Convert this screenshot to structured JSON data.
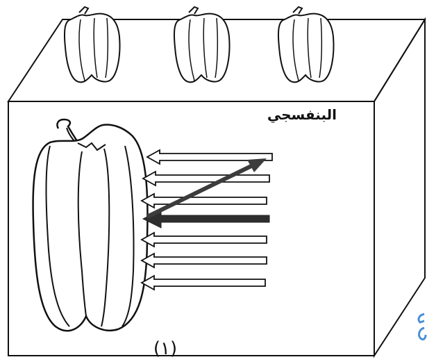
{
  "diagram": {
    "color_label": "البنفسجي",
    "figure_number": "(١)",
    "colors": {
      "outline": "#111111",
      "absorbed_arrow": "#333333",
      "reflected_arrow": "#444444",
      "edge_mark": "#4a8fd6"
    },
    "incoming_arrow_count": 7,
    "icons": [
      "pepper-icon",
      "pepper-icon",
      "pepper-icon",
      "large-pepper-icon"
    ]
  }
}
